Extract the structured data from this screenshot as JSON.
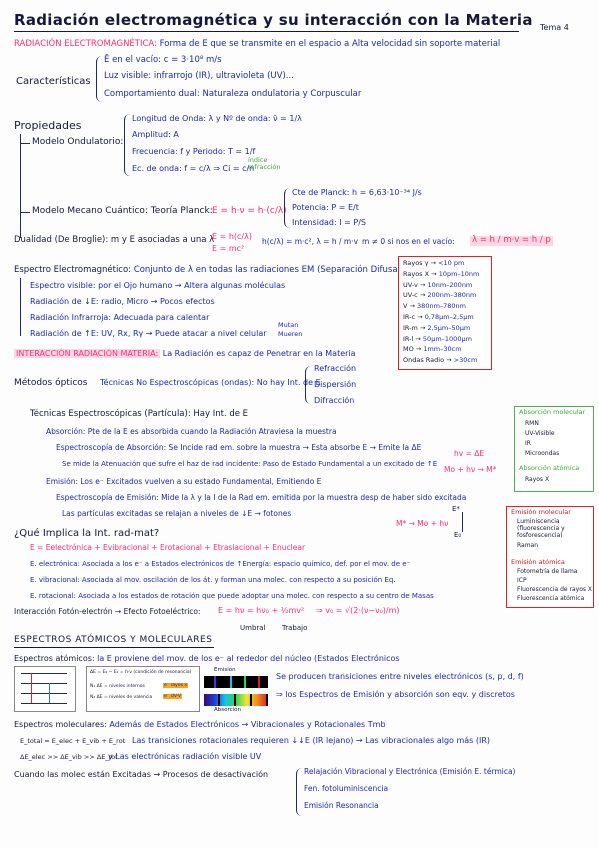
{
  "header": {
    "title": "Radiación electromagnética y su interacción con la Materia",
    "topic": "Tema 4"
  },
  "definition": {
    "label": "RADIACIÓN ELECTROMAGNÉTICA:",
    "text": "Forma de E que se transmite en el espacio a Alta velocidad sin soporte material"
  },
  "caracteristicas": {
    "label": "Características",
    "items": [
      "Ē en el vacío: c = 3·10⁸ m/s",
      "Luz visible: infrarrojo (IR), ultravioleta (UV)...",
      "Comportamiento dual: Naturaleza ondulatoria y Corpuscular"
    ]
  },
  "propiedades": {
    "label": "Propiedades",
    "ondulatorio": {
      "label": "Modelo Ondulatorio:",
      "items": [
        "Longitud de Onda: λ y Nº de onda: ν̄ = 1/λ",
        "Amplitud: A",
        "Frecuencia: f y Periodo: T = 1/f",
        "Ec. de onda: f = c/λ ⇒ Ci = c/n"
      ],
      "indice_note": "índice refracción"
    },
    "mecanocuantico": {
      "label": "Modelo Mecano Cuántico: Teoría Planck:",
      "formula": "E = h·ν = h·(c/λ)",
      "items": [
        "Cte de Planck: h = 6,63·10⁻³⁴ J/s",
        "Potencia: P = E/t",
        "Intensidad: I = P/S"
      ]
    },
    "dualidad": {
      "label": "Dualidad (De Broglie): m y E asociadas a una λ",
      "formula1": "E = h(c/λ)",
      "formula2": "E = mc²",
      "formula3": "h(c/λ) = m·c², λ = h / m·v",
      "formula4": "m ≠ 0 si nos en el vacío:",
      "formula5": "λ = h / m·v = h / p"
    }
  },
  "espectro": {
    "label": "Espectro Electromagnético:",
    "label_rest": "Conjunto de λ en todas las radiaciones EM (Separación Difusa)",
    "items": [
      "Espectro visible: por el Ojo humano → Altera algunas moléculas",
      "Radiación de ↓E: radio, Micro → Pocos efectos",
      "Radiación Infrarroja: Adecuada para calentar",
      "Radiación de ↑E: UV, Rx, Rγ → Puede atacar a nivel celular"
    ],
    "celular_note1": "Mutan",
    "celular_note2": "Mueren",
    "ranges": [
      {
        "name": "Rayos γ",
        "value": "<10 pm"
      },
      {
        "name": "Rayos X",
        "value": "10pm–10nm"
      },
      {
        "name": "UV-v",
        "value": "10nm–200nm"
      },
      {
        "name": "UV-c",
        "value": "200nm–380nm"
      },
      {
        "name": "V",
        "value": "380nm–780nm"
      },
      {
        "name": "IR-c",
        "value": "0,78μm–2,5μm"
      },
      {
        "name": "IR-m",
        "value": "2,5μm–50μm"
      },
      {
        "name": "IR-l",
        "value": "50μm–1000μm"
      },
      {
        "name": "MO",
        "value": "1mm–30cm"
      },
      {
        "name": "Ondas Radio",
        "value": ">30cm"
      }
    ]
  },
  "interaccion": {
    "label": "INTERACCIÓN RADIACIÓN MATERIA:",
    "text": "La Radiación es capaz de Penetrar en la Materia",
    "metodos_opticos": "Métodos ópticos",
    "no_espectro": "Técnicas No Espectroscópicas (ondas): No hay Int. de E",
    "fenomenos": [
      "Refracción",
      "Dispersión",
      "Difracción"
    ],
    "espectroscopicas": "Técnicas Espectroscópicas (Partícula): Hay Int. de E",
    "absorcion": "Absorción: Pte de la E es absorbida cuando la Radiación Atraviesa la muestra",
    "esp_absorcion": "Espectroscopía de Absorción: Se Incide rad em. sobre la muestra → Esta absorbe E → Emite la ΔE",
    "atenuacion": "Se mide la Atenuación que sufre el haz de rad incidente: Paso de Estado Fundamental a un excitado de ↑E",
    "hv_eq": "hv = ΔE",
    "excit_eq": "Mo + hν → M*",
    "emision": "Emisión: Los e⁻ Excitados vuelven a su estado Fundamental, Emitiendo E",
    "esp_emision": "Espectroscopía de Emisión: Mide la λ y la I de la Rad em. emitida por la muestra desp de haber sido excitada",
    "particulas": "Las partículas excitadas se relajan a niveles de ↓E → fotones",
    "relax_eq": "M* → Mo + hν",
    "e_star": "E*",
    "e_zero": "E₀",
    "abs_box_title": "Absorción molecular",
    "abs_box_items": [
      "RMN",
      "UV-Visible",
      "IR",
      "Microondas"
    ],
    "abs_box_title2": "Absorción atómica",
    "abs_box_items2": [
      "Rayos X"
    ],
    "em_box_title": "Emisión molecular",
    "em_box_items": [
      "Luminiscencia (fluorescencia y fosforescencia)",
      "Raman"
    ],
    "em_box_title2": "Emisión atómica",
    "em_box_items2": [
      "Fotometría de llama",
      "ICP",
      "Fluorescencia de rayos X",
      "Fluorescencia atómica"
    ]
  },
  "implica": {
    "question": "¿Qué Implica la Int. rad-mat?",
    "formula": "E = Eelectrónica + Evibracional + Erotacional + Etraslacional + Enuclear",
    "electronica": "E. electrónica: Asociada a los e⁻ a Estados electrónicos de ↑Energía: espacio químico, def. por el mov. de e⁻",
    "vibracional": "E. vibracional: Asociada al mov. oscilación de los át. y forman una molec. con respecto a su posición Eq.",
    "rotacional": "E. rotacional: Asociada a los estados de rotación que puede adoptar una molec. con respecto a su centro de Masas",
    "foto_label": "Interacción Fotón-electrón → Efecto Fotoeléctrico:",
    "foto_formula": "E = hν = hν₀ + ½mv²",
    "foto_v": "⇒ v₀ = √(2·(ν−ν₀)/m)",
    "umbral": "Umbral",
    "trabajo": "Trabajo"
  },
  "espectros": {
    "section": "ESPECTROS ATÓMICOS Y MOLECULARES",
    "atomicos_label": "Espectros atómicos:",
    "atomicos_text": "la E proviene del mov. de los e⁻ al rededor del núcleo (Estados Electrónicos",
    "transiciones": "Se producen transiciones entre niveles electrónicos (s, p, d, f)",
    "equiv": "⇒ los Espectros de Emisión y absorción son eqv. y discretos",
    "emision_tag": "Emisión",
    "absorcion_tag": "Absorción",
    "mini_line1": "ΔE = E₂ − E₁ = h·ν (condición de resonancia)",
    "mini_line2": "N₁ ΔE = niveles internos",
    "mini_line3": "N₂ ΔE = niveles de valencia",
    "mini_tag1": "e⁻ rayos x",
    "mini_tag2": "e⁻ UV-V",
    "moleculares_label": "Espectros moleculares:",
    "moleculares_text": "Además de Estados Electrónicos → Vibracionales y Rotacionales Tmb",
    "etotal": "E_total = E_elec + E_vib + E_rot",
    "transic_rot": "Las transiciones rotacionales requieren ↓↓E (IR lejano) → Las vibracionales algo más (IR)",
    "delta": "ΔE_elec >> ΔE_vib >> ΔE_rot",
    "delta_text": "y Las electrónicas radiación visible UV",
    "cuando": "Cuando las molec están Excitadas → Procesos de desactivación",
    "procesos": [
      "Relajación Vibracional y Electrónica (Emisión E. térmica)",
      "Fen. fotoluminiscencia",
      "Emisión Resonancia"
    ]
  }
}
